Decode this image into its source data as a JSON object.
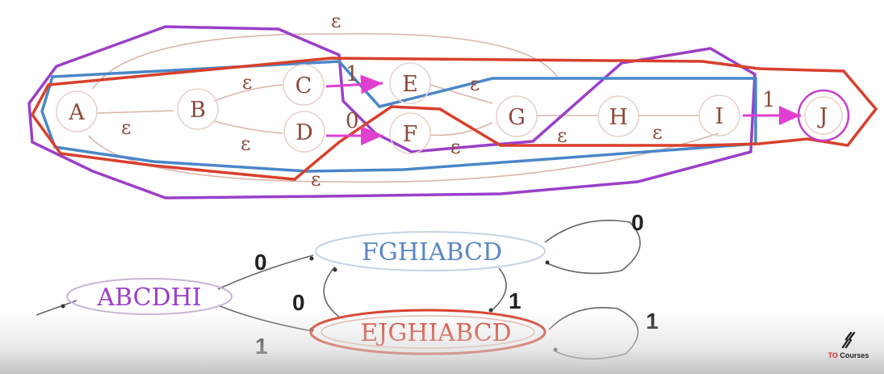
{
  "nfa": {
    "states": [
      "A",
      "B",
      "C",
      "D",
      "E",
      "F",
      "G",
      "H",
      "I",
      "J"
    ],
    "epsilon": "ε",
    "bits": {
      "zero": "0",
      "one": "1"
    }
  },
  "dfa": {
    "states": [
      {
        "label": "ABCDHI",
        "color": "#9b3fc8"
      },
      {
        "label": "FGHIABCD",
        "color": "#5b86c4"
      },
      {
        "label": "EJGHIABCD",
        "color": "#d8402c"
      }
    ],
    "transitions": {
      "abcdhi_to_fghiabcd": "0",
      "abcdhi_to_ejghiabcd": "1",
      "fghiabcd_self": "0",
      "fghiabcd_to_ejghiabcd": "1",
      "ejghiabcd_to_fghiabcd": "0",
      "ejghiabcd_self": "1"
    }
  },
  "regions": {
    "purple": "#9b3fc8",
    "blue": "#4a86c8",
    "red": "#d8402c"
  },
  "logo": {
    "brand": "TO",
    "suffix": " Courses"
  }
}
